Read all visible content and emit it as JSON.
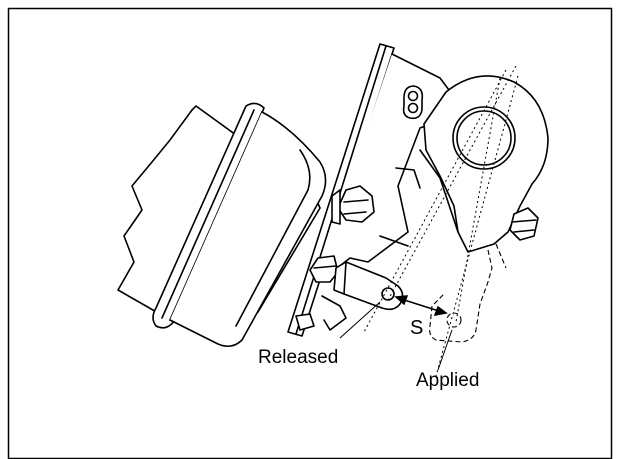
{
  "figure": {
    "labels": {
      "stroke": "S",
      "released": "Released",
      "applied": "Applied"
    },
    "colors": {
      "line": "#000000",
      "background": "#ffffff"
    }
  }
}
